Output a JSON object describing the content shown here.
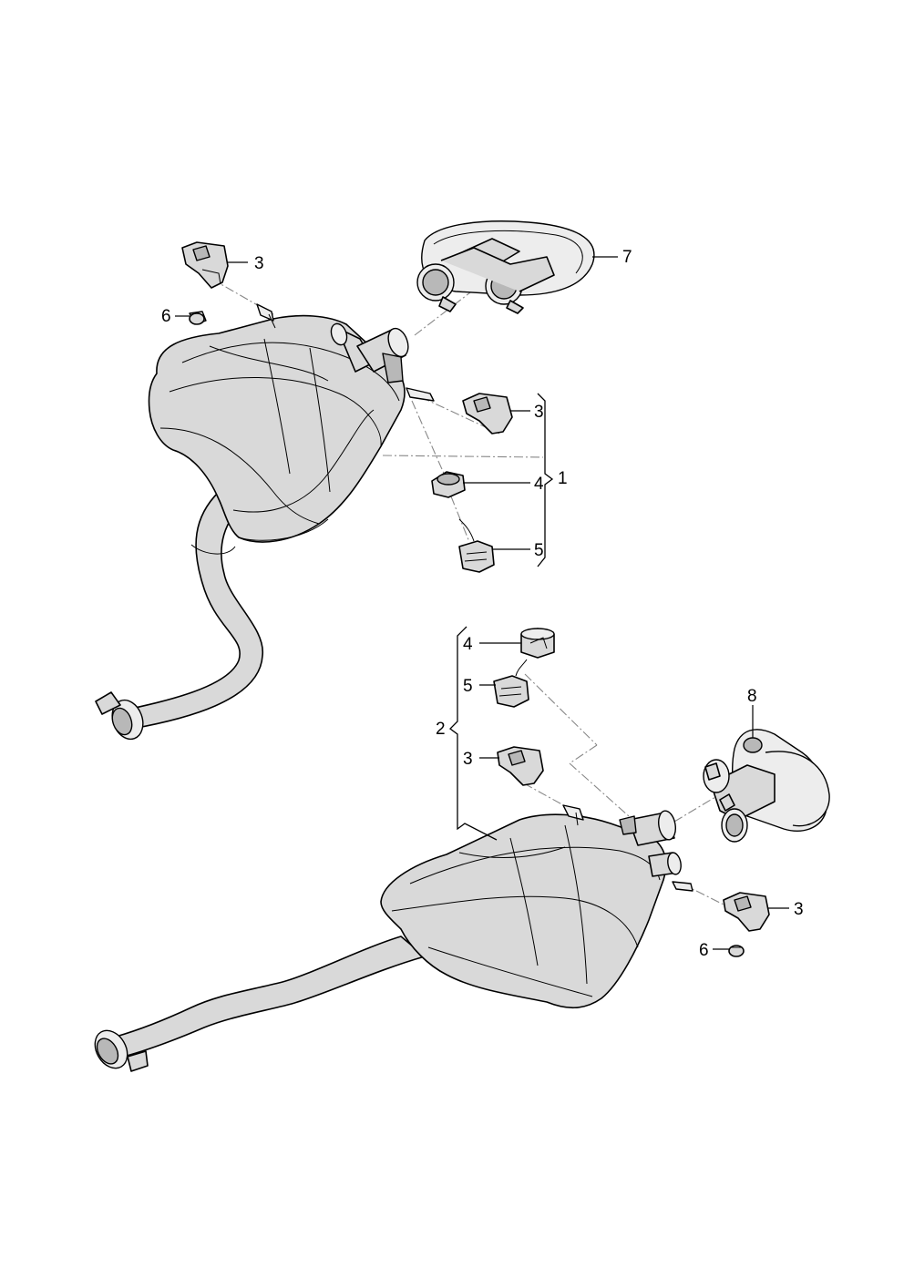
{
  "colors": {
    "background": "#ffffff",
    "part_fill": "#d9d9d9",
    "part_light": "#ededed",
    "part_dark": "#b8b8b8",
    "line": "#000000",
    "guide_line": "#888888"
  },
  "callouts": {
    "upper_assembly": {
      "muffler_group": "1",
      "clamp_top": "3",
      "nut_top": "6",
      "tailpipe_trim": "7",
      "clamp_group": "3",
      "bushing": "4",
      "actuator": "5"
    },
    "lower_assembly": {
      "muffler_group": "2",
      "bushing": "4",
      "actuator": "5",
      "clamp_group": "3",
      "tailpipe_trim": "8",
      "clamp_bottom": "3",
      "nut_bottom": "6"
    }
  }
}
